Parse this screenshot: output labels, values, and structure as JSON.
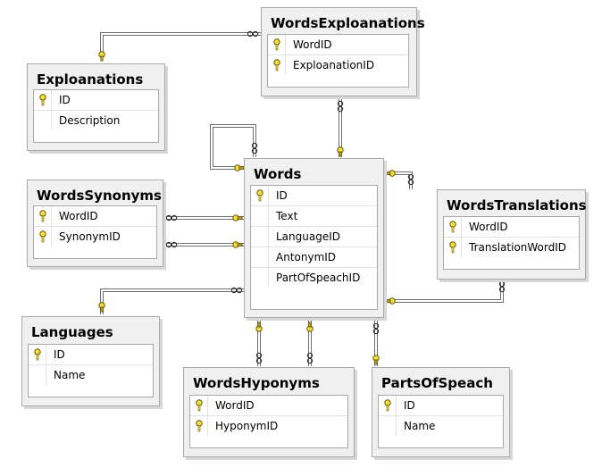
{
  "tables": [
    {
      "id": "WordsExploanations",
      "title": "WordsExploanations",
      "columns": [
        {
          "name": "WordID",
          "key": true
        },
        {
          "name": "ExploanationID",
          "key": true
        }
      ]
    },
    {
      "id": "Exploanations",
      "title": "Exploanations",
      "columns": [
        {
          "name": "ID",
          "key": true
        },
        {
          "name": "Description",
          "key": false
        }
      ]
    },
    {
      "id": "Words",
      "title": "Words",
      "columns": [
        {
          "name": "ID",
          "key": true
        },
        {
          "name": "Text",
          "key": false
        },
        {
          "name": "LanguageID",
          "key": false
        },
        {
          "name": "AntonymID",
          "key": false
        },
        {
          "name": "PartOfSpeachID",
          "key": false
        }
      ]
    },
    {
      "id": "WordsSynonyms",
      "title": "WordsSynonyms",
      "columns": [
        {
          "name": "WordID",
          "key": true
        },
        {
          "name": "SynonymID",
          "key": true
        }
      ]
    },
    {
      "id": "WordsTranslations",
      "title": "WordsTranslations",
      "columns": [
        {
          "name": "WordID",
          "key": true
        },
        {
          "name": "TranslationWordID",
          "key": true
        }
      ]
    },
    {
      "id": "Languages",
      "title": "Languages",
      "columns": [
        {
          "name": "ID",
          "key": true
        },
        {
          "name": "Name",
          "key": false
        }
      ]
    },
    {
      "id": "WordsHyponyms",
      "title": "WordsHyponyms",
      "columns": [
        {
          "name": "WordID",
          "key": true
        },
        {
          "name": "HyponymID",
          "key": true
        }
      ]
    },
    {
      "id": "PartsOfSpeach",
      "title": "PartsOfSpeach",
      "columns": [
        {
          "name": "ID",
          "key": true
        },
        {
          "name": "Name",
          "key": false
        }
      ]
    }
  ],
  "colors": {
    "key_fill": "#f2df3d",
    "key_stroke": "#6b5a00",
    "line": "#6e6e6e",
    "shadow": "#d7d7d7"
  }
}
